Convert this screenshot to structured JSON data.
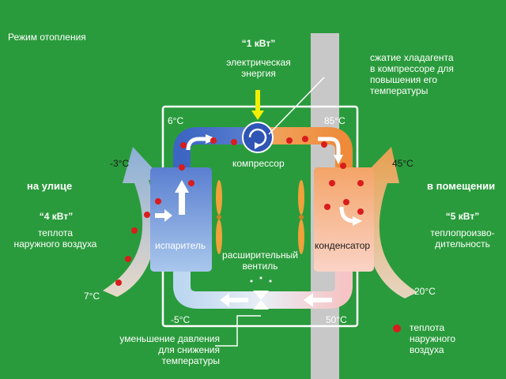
{
  "mode": "Режим отопления",
  "power_input": {
    "value": "“1 кВт”",
    "label": "электрическая\nэнергия"
  },
  "compression_note": "сжатие хладагента\nв компрессоре для\nповышения его\nтемпературы",
  "outside": {
    "title": "на улице",
    "heat_value": "“4 кВт”",
    "heat_label": "теплота\nнаружного воздуха"
  },
  "inside": {
    "title": "в помещении",
    "heat_value": "“5 кВт”",
    "heat_label": "теплопроизво-\nдительность"
  },
  "components": {
    "compressor": "компрессор",
    "evaporator": "испаритель",
    "condenser": "конденсатор",
    "valve": "расширительный\nвентиль"
  },
  "temperatures": {
    "evap_in_air": "-3°C",
    "outside_air": "7°C",
    "cold_after_compressor_in": "6°C",
    "hot_after_compressor": "85°C",
    "supply_air": "45°C",
    "return_air": "20°C",
    "after_valve": "-5°C",
    "after_condenser": "50°C"
  },
  "pressure_note": "уменьшение давления\nдля снижения температуры",
  "legend": {
    "label": "теплота\nнаружного\nвоздуха"
  },
  "colors": {
    "background": "#2a9b3c",
    "wall": "#c8c8c8",
    "cold": "#3f6fc9",
    "hot": "#ef8a3c",
    "dot": "#d91c1c",
    "power_arrow": "#f2f000"
  }
}
